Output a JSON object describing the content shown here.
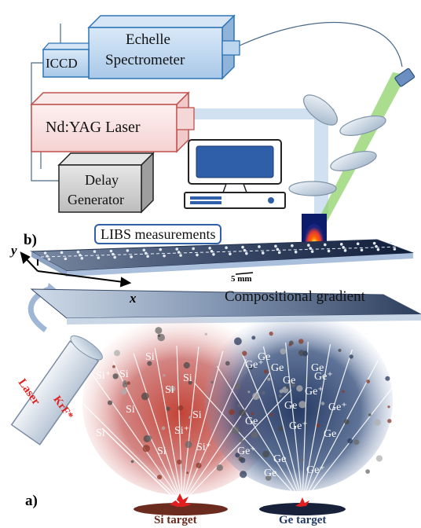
{
  "top": {
    "spectrometer_line1": "Echelle",
    "spectrometer_line2": "Spectrometer",
    "iccd": "ICCD",
    "laser": "Nd:YAG Laser",
    "delay_line1": "Delay",
    "delay_line2": "Generator"
  },
  "middle": {
    "panel_label": "b)",
    "libs_label": "LIBS measurements",
    "scale_bar": "5 mm",
    "axis_y": "y",
    "axis_x": "x",
    "gradient_label": "Compositional gradient"
  },
  "bottom": {
    "panel_label": "a)",
    "laser_label": "Laser",
    "krf_label": "KrF*",
    "si_target": "Si target",
    "ge_target": "Ge target",
    "si_species": [
      "Si",
      "Si",
      "Si⁺",
      "Si",
      "Si",
      "Si⁺",
      "Si",
      "Si",
      "Si⁺",
      "Si",
      "Si",
      "Si"
    ],
    "ge_species": [
      "Ge",
      "Ge",
      "Ge",
      "Ge⁺",
      "Ge",
      "Ge⁺",
      "Ge⁺",
      "Ge",
      "Ge⁺",
      "Ge",
      "Ge",
      "Ge⁺",
      "Ge",
      "Ge⁺",
      "Ge⁺",
      "Ge"
    ]
  },
  "colors": {
    "spectrometer_fill": "#bcd6f0",
    "spectrometer_stroke": "#2e75b6",
    "laser_fill": "#fbe3e3",
    "laser_stroke": "#c0504d",
    "delay_fill": "#d0d0d0",
    "beam": "#c5dbef",
    "green_beam": "#8fd16a",
    "si_plume": "#b22222",
    "ge_plume": "#1f3a66",
    "accent_red": "#e02020"
  }
}
